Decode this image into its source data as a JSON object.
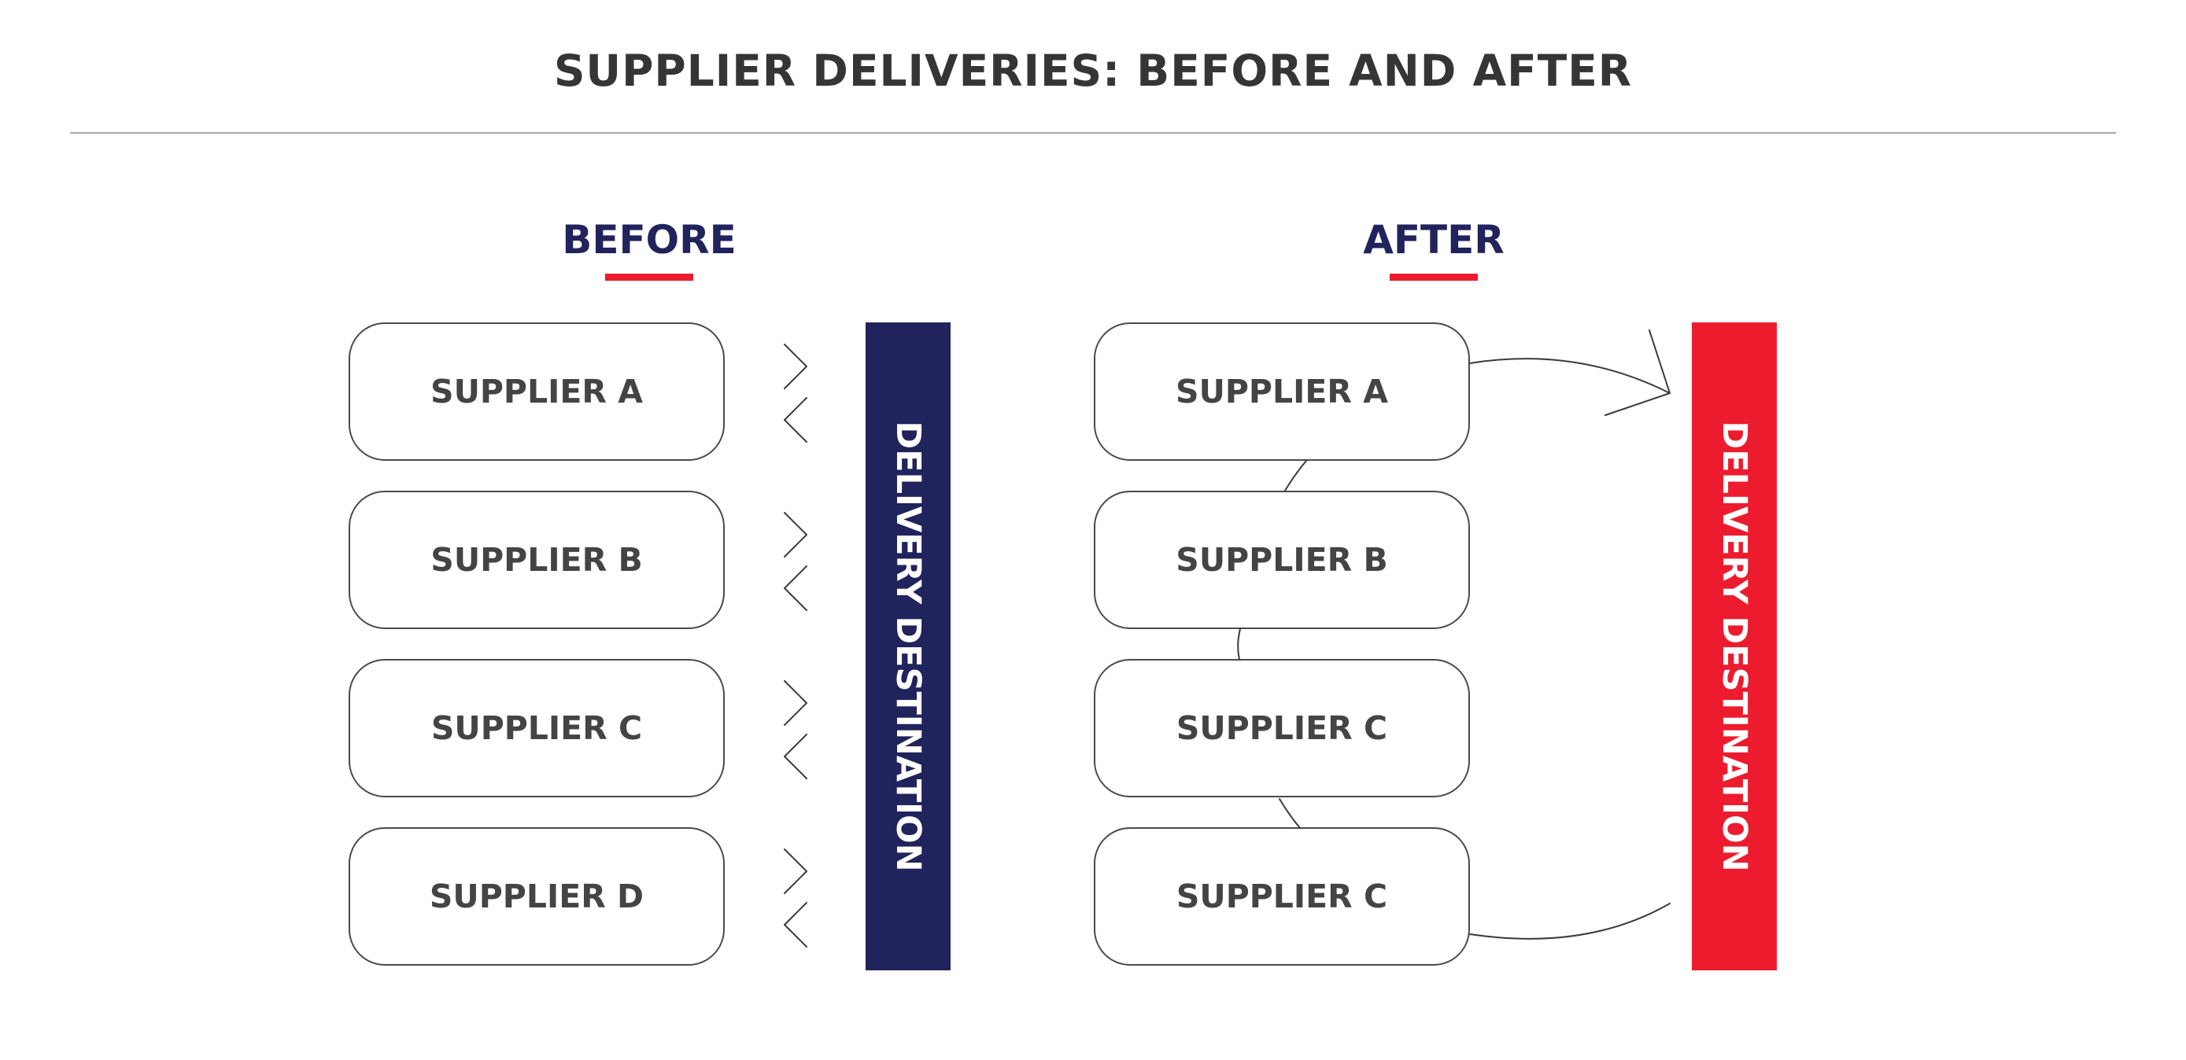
{
  "title": "SUPPLIER DELIVERIES: BEFORE AND AFTER",
  "before": {
    "label": "BEFORE",
    "suppliers": [
      "SUPPLIER A",
      "SUPPLIER B",
      "SUPPLIER C",
      "SUPPLIER D"
    ],
    "destination": "DELIVERY DESTINATION"
  },
  "after": {
    "label": "AFTER",
    "suppliers": [
      "SUPPLIER A",
      "SUPPLIER B",
      "SUPPLIER C",
      "SUPPLIER C"
    ],
    "destination": "DELIVERY DESTINATION"
  },
  "colors": {
    "navy": "#21235c",
    "red": "#ec1c2e",
    "box_border": "#4a4a4a",
    "text": "#444444",
    "rule": "#a6a6a6"
  }
}
